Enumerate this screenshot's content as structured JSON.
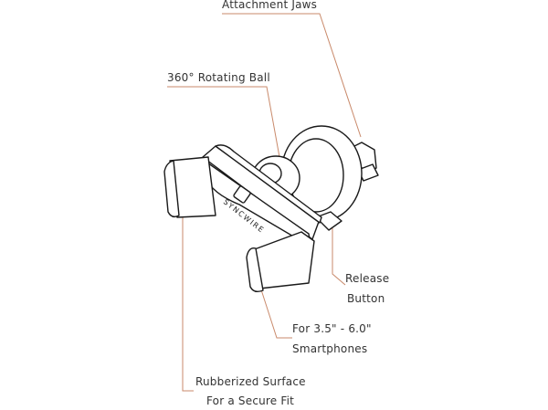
{
  "labels": {
    "attachment_jaws": "Attachment Jaws",
    "rotating_ball": "360° Rotating Ball",
    "release_line1": "Release",
    "release_line2": "Button",
    "sizes_line1": "For 3.5\" - 6.0\"",
    "sizes_line2": "Smartphones",
    "rubber_line1": "Rubberized Surface",
    "rubber_line2": "For a Secure Fit"
  },
  "brand_text": "SYNCWIRE",
  "colors": {
    "text": "#333333",
    "leader_line": "#c98a6b",
    "outline": "#1a1a1a",
    "background": "#ffffff"
  }
}
